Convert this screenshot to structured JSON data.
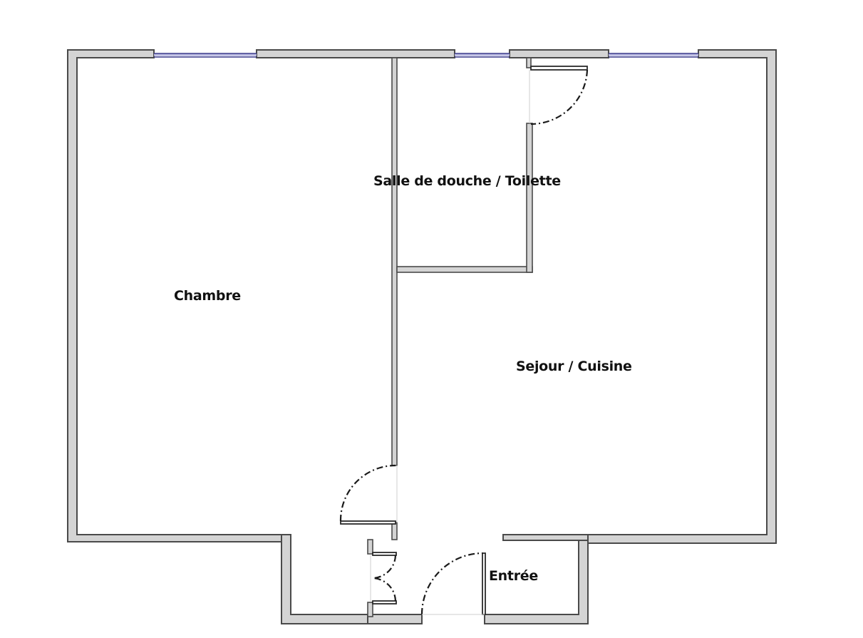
{
  "plan": {
    "colors": {
      "wall_fill": "#d4d4d4",
      "wall_stroke": "#4a4a4a",
      "window": "#3b3b8c",
      "background": "#ffffff",
      "label": "#111111"
    },
    "rooms": [
      {
        "id": "chambre",
        "label": "Chambre"
      },
      {
        "id": "salle-de-douche",
        "label": "Salle de douche / Toilette"
      },
      {
        "id": "sejour-cuisine",
        "label": "Sejour / Cuisine"
      },
      {
        "id": "entree",
        "label": "Entrée"
      }
    ],
    "windows": [
      {
        "id": "chambre-window"
      },
      {
        "id": "bathroom-window"
      },
      {
        "id": "sejour-window"
      }
    ],
    "doors": [
      {
        "id": "sejour-top-door"
      },
      {
        "id": "chambre-door"
      },
      {
        "id": "closet-double-door"
      },
      {
        "id": "entrance-door"
      }
    ]
  }
}
